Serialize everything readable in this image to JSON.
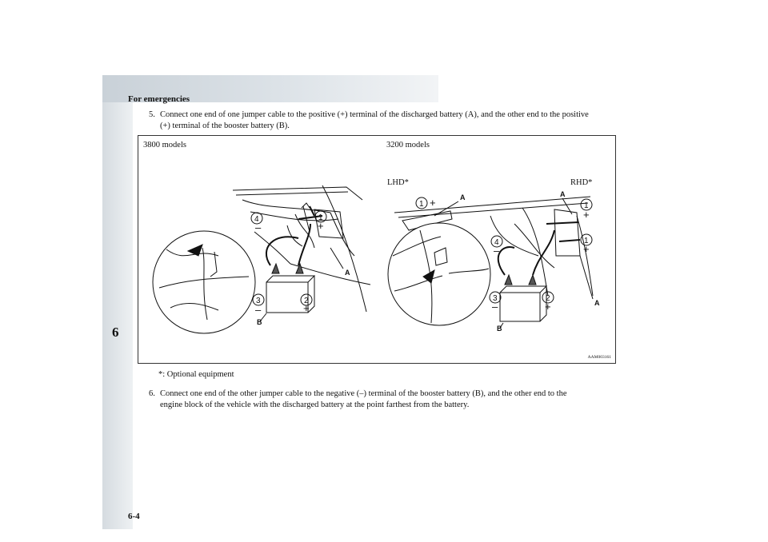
{
  "header": {
    "section_title": "For emergencies"
  },
  "chapter": "6",
  "page_number": "6-4",
  "step5": {
    "number": "5.",
    "line1": "Connect one end of one jumper cable to the positive (+) terminal of the discharged battery (A), and the other end to the positive",
    "line2": "(+) terminal of the booster battery (B)."
  },
  "figure": {
    "left_caption": "3800 models",
    "right_caption": "3200 models",
    "lhd_label": "LHD*",
    "rhd_label": "RHD*",
    "code": "AAM003161",
    "callouts": {
      "c1": "1",
      "c2": "2",
      "c3": "3",
      "c4": "4",
      "plus": "+",
      "minus": "–",
      "battery_a": "A",
      "battery_b": "B"
    }
  },
  "footnote": "*: Optional equipment",
  "step6": {
    "number": "6.",
    "line1": "Connect one end of the other jumper cable to the negative (–) terminal of the booster battery (B), and the other end to the",
    "line2": "engine block of the vehicle with the discharged battery at the point farthest from the battery."
  }
}
